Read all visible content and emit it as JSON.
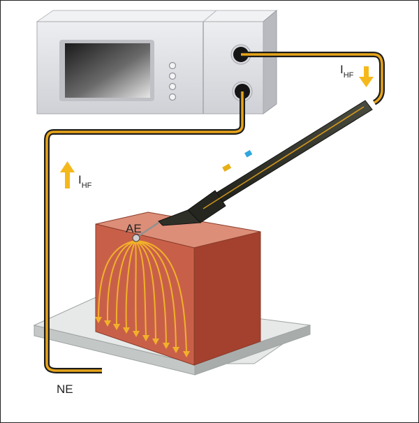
{
  "labels": {
    "active_electrode": "AE",
    "neutral_electrode": "NE",
    "current_symbol": "I",
    "current_subscript": "HF"
  },
  "colors": {
    "cable": "#e8a51a",
    "field_lines": "#f2b12a",
    "tissue_front": "#c75f48",
    "tissue_top": "#d98a74",
    "tissue_side": "#a9432f",
    "plate": "#dfe3e2",
    "device": "#dcdde2",
    "handpiece": "#2b2d25",
    "arrow": "#f5b81c"
  },
  "icons": {
    "current_arrow_down": "arrow-down-icon",
    "current_arrow_up": "arrow-up-icon"
  }
}
